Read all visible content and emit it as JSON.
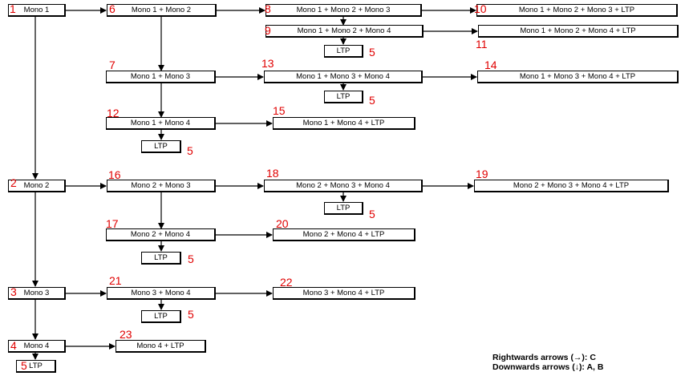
{
  "boxes": {
    "b1": "Mono 1",
    "b6": "Mono 1 + Mono 2",
    "b8": "Mono 1 + Mono 2 + Mono 3",
    "b10": "Mono 1 + Mono 2 + Mono 3 + LTP",
    "b9": "Mono 1 + Mono 2 + Mono 4",
    "b11": "Mono 1 + Mono 2 + Mono 4 + LTP",
    "l9": "LTP",
    "b7": "Mono 1 + Mono 3",
    "b13": "Mono 1 + Mono 3 + Mono 4",
    "b14": "Mono 1 + Mono 3 + Mono 4 + LTP",
    "l13": "LTP",
    "b12": "Mono 1 + Mono 4",
    "b15": "Mono 1 + Mono 4 + LTP",
    "l12": "LTP",
    "b2": "Mono 2",
    "b16": "Mono 2 + Mono 3",
    "b18": "Mono 2 + Mono 3 + Mono 4",
    "b19": "Mono 2 + Mono 3 + Mono 4 + LTP",
    "l18": "LTP",
    "b17": "Mono 2 + Mono 4",
    "b20": "Mono 2 + Mono 4 + LTP",
    "l17": "LTP",
    "b3": "Mono 3",
    "b21": "Mono 3 + Mono 4",
    "b22": "Mono 3 + Mono 4 + LTP",
    "l21": "LTP",
    "b4": "Mono 4",
    "b23": "Mono 4 + LTP",
    "l4": "LTP"
  },
  "numbers": {
    "n1": "1",
    "n6": "6",
    "n8": "8",
    "n10": "10",
    "n9": "9",
    "n11": "11",
    "n5a": "5",
    "n7": "7",
    "n13": "13",
    "n14": "14",
    "n5b": "5",
    "n12": "12",
    "n15": "15",
    "n5c": "5",
    "n2": "2",
    "n16": "16",
    "n18": "18",
    "n19": "19",
    "n5d": "5",
    "n17": "17",
    "n20": "20",
    "n5e": "5",
    "n3": "3",
    "n21": "21",
    "n22": "22",
    "n5f": "5",
    "n4": "4",
    "n23": "23",
    "n5g": "5"
  },
  "legend": {
    "right": "Rightwards arrows (→): C",
    "down": "Downwards arrows (↓): A, B"
  },
  "colors": {
    "number": "#e00000",
    "line": "#000000"
  }
}
